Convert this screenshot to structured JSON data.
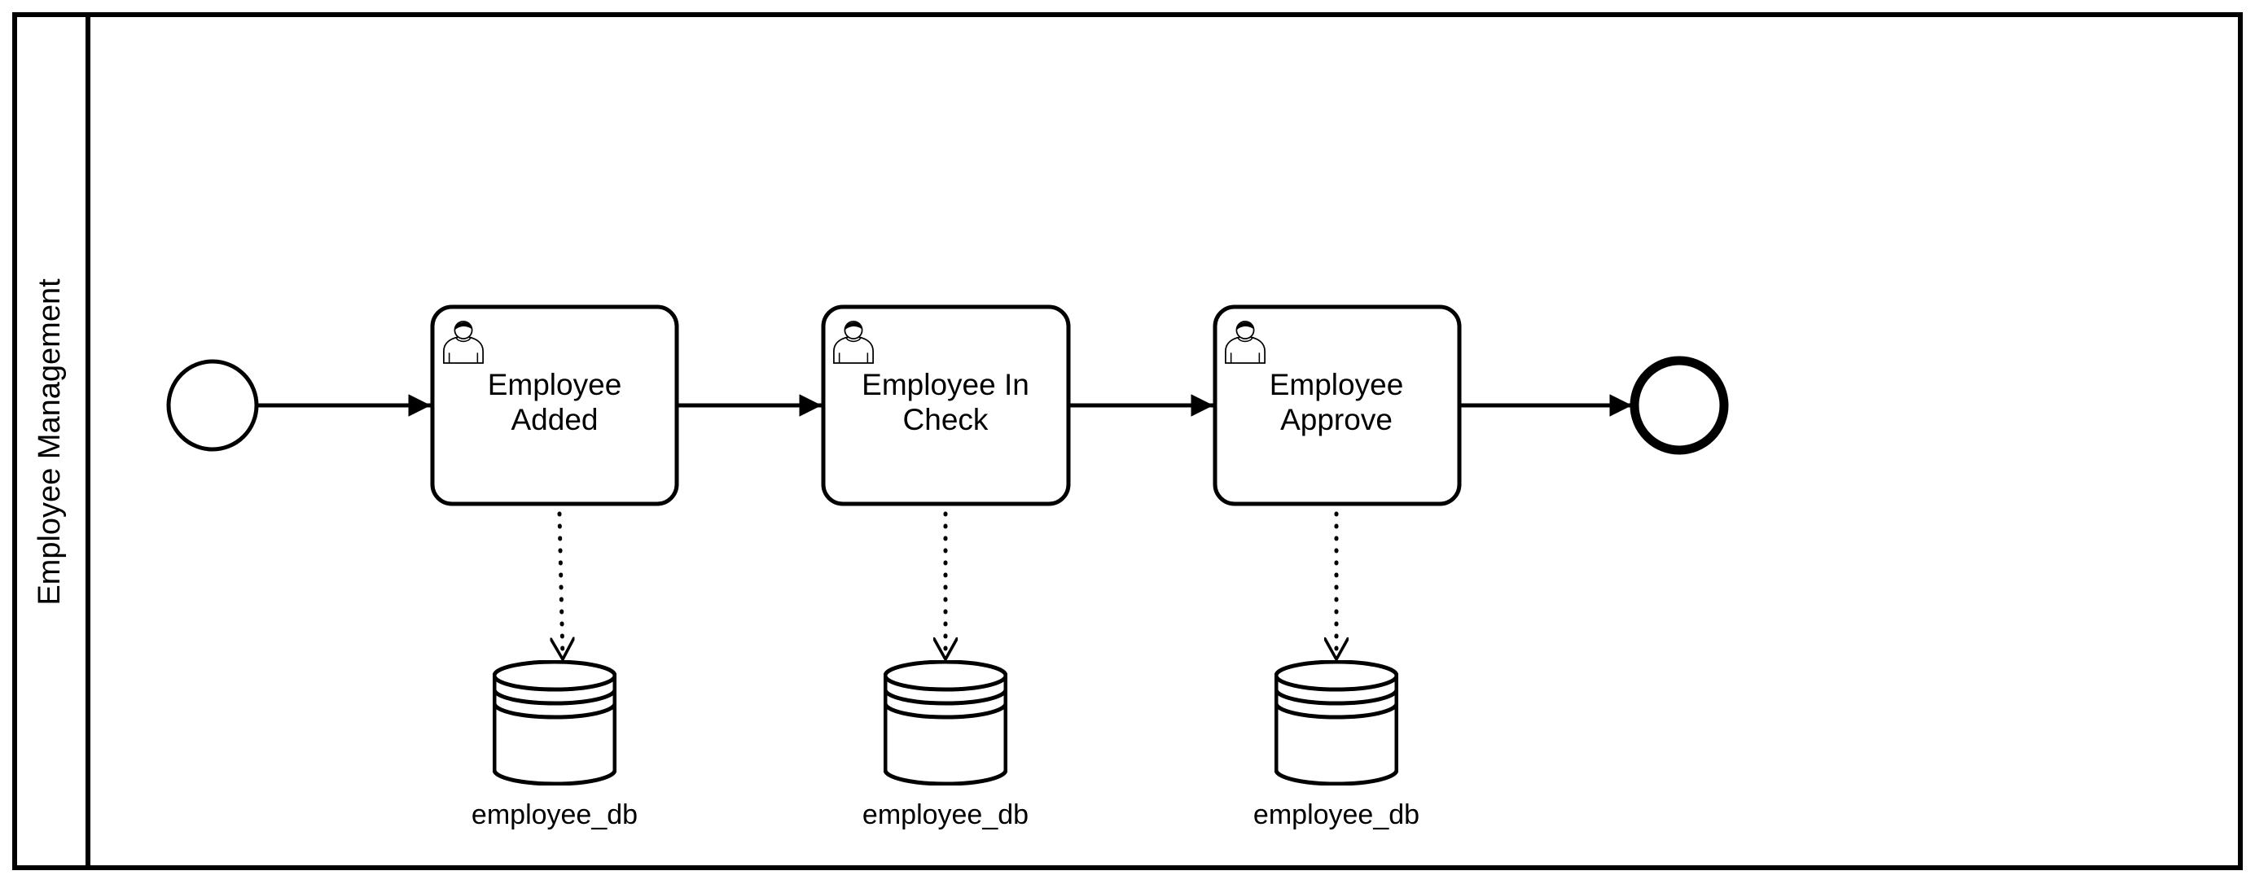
{
  "pool": {
    "label": "Employee Management"
  },
  "events": {
    "start": {
      "kind": "start-event"
    },
    "end": {
      "kind": "end-event"
    }
  },
  "tasks": [
    {
      "line1": "Employee",
      "line2": "Added",
      "icon": "user-icon"
    },
    {
      "line1": "Employee In",
      "line2": "Check",
      "icon": "user-icon"
    },
    {
      "line1": "Employee",
      "line2": "Approve",
      "icon": "user-icon"
    }
  ],
  "data_stores": [
    {
      "label": "employee_db",
      "icon": "database-icon"
    },
    {
      "label": "employee_db",
      "icon": "database-icon"
    },
    {
      "label": "employee_db",
      "icon": "database-icon"
    }
  ],
  "colors": {
    "stroke": "#000000",
    "fill": "#ffffff"
  }
}
